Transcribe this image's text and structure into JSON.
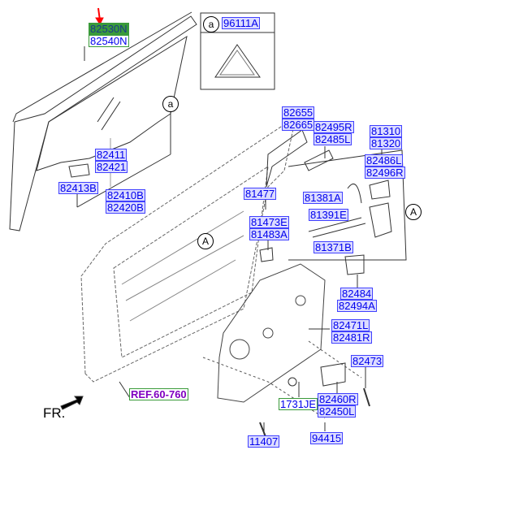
{
  "diagram": {
    "highlight_color": "#ff0000",
    "label_color": "#0000ee",
    "label_border": "#4040ff",
    "green_border": "#3a9a3a",
    "ref_color": "#8000c0"
  },
  "inset": {
    "callout": "a",
    "part": "96111A"
  },
  "labels": {
    "p82530N": "82530N",
    "p82540N": "82540N",
    "p82411": "82411",
    "p82421": "82421",
    "p82413B": "82413B",
    "p82410B": "82410B",
    "p82420B": "82420B",
    "p82655": "82655",
    "p82665": "82665",
    "p82495R": "82495R",
    "p82485L": "82485L",
    "p81310": "81310",
    "p81320": "81320",
    "p82486L": "82486L",
    "p82496R": "82496R",
    "p81477": "81477",
    "p81381A": "81381A",
    "p81391E": "81391E",
    "p81473E": "81473E",
    "p81483A": "81483A",
    "p81371B": "81371B",
    "p82484": "82484",
    "p82494A": "82494A",
    "p82471L": "82471L",
    "p82481R": "82481R",
    "p82473": "82473",
    "p82460R": "82460R",
    "p82450L": "82450L",
    "p1731JE": "1731JE",
    "p11407": "11407",
    "p94415": "94415",
    "ref": "REF.60-760"
  },
  "callouts": {
    "a_glass": "a",
    "A_door": "A",
    "A_latch": "A"
  },
  "front_indicator": "FR."
}
